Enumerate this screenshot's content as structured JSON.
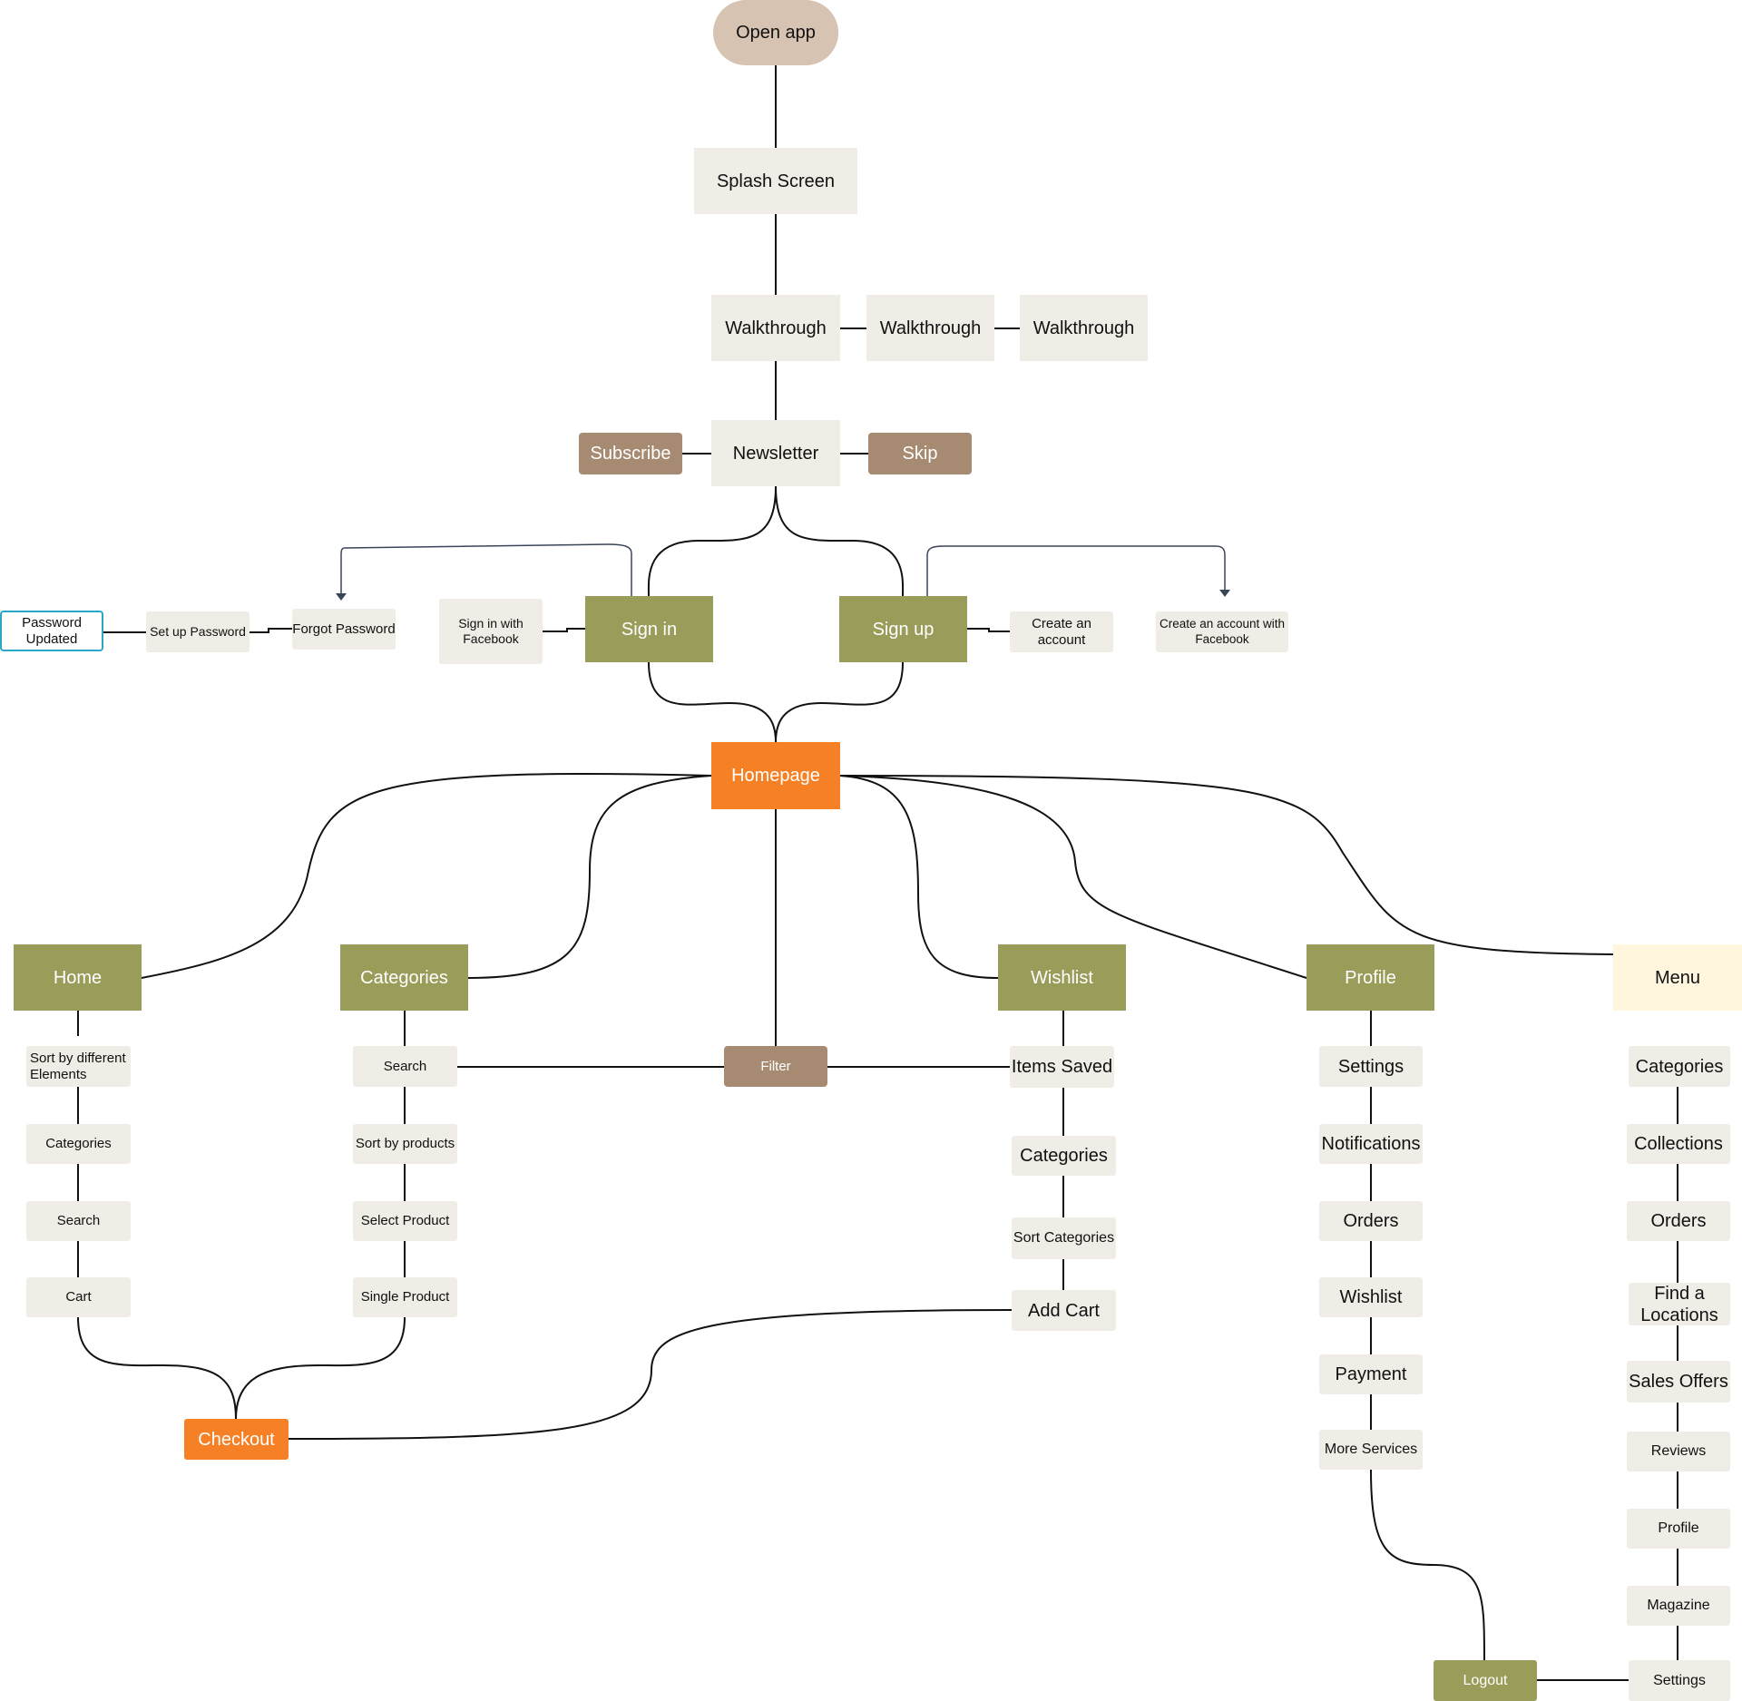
{
  "diagram": {
    "nodes": {
      "open_app": "Open app",
      "splash": "Splash Screen",
      "walkthrough_1": "Walkthrough",
      "walkthrough_2": "Walkthrough",
      "walkthrough_3": "Walkthrough",
      "newsletter": "Newsletter",
      "subscribe": "Subscribe",
      "skip": "Skip",
      "sign_in": "Sign in",
      "sign_up": "Sign up",
      "sign_in_facebook": "Sign in with Facebook",
      "forgot_password": "Forgot Password",
      "set_up_password": "Set up Password",
      "password_updated": "Password Updated",
      "create_account": "Create an account",
      "create_account_facebook": "Create an account with Facebook",
      "homepage": "Homepage",
      "home": "Home",
      "categories": "Categories",
      "wishlist": "Wishlist",
      "profile": "Profile",
      "menu": "Menu",
      "filter": "Filter",
      "checkout": "Checkout",
      "logout": "Logout",
      "home_sort": "Sort by different Elements",
      "home_categories": "Categories",
      "home_search": "Search",
      "home_cart": "Cart",
      "cat_search": "Search",
      "cat_sort": "Sort by products",
      "cat_select": "Select Product",
      "cat_single": "Single Product",
      "wish_items": "Items Saved",
      "wish_categories": "Categories",
      "wish_sort": "Sort Categories",
      "wish_add_cart": "Add Cart",
      "prof_settings": "Settings",
      "prof_notifications": "Notifications",
      "prof_orders": "Orders",
      "prof_wishlist": "Wishlist",
      "prof_payment": "Payment",
      "prof_more": "More Services",
      "menu_categories": "Categories",
      "menu_collections": "Collections",
      "menu_orders": "Orders",
      "menu_find": "Find a Locations",
      "menu_sales": "Sales Offers",
      "menu_reviews": "Reviews",
      "menu_profile": "Profile",
      "menu_magazine": "Magazine",
      "menu_settings": "Settings"
    },
    "colors": {
      "light": "#f0ede7",
      "olive": "#9a9c5a",
      "brown": "#a78a72",
      "orange": "#f58025",
      "cream": "#fff6dd",
      "pill": "#d6c3b2",
      "outline": "#2aa7c8",
      "edge": "#111111",
      "arrow_edge": "#3a4458"
    }
  }
}
